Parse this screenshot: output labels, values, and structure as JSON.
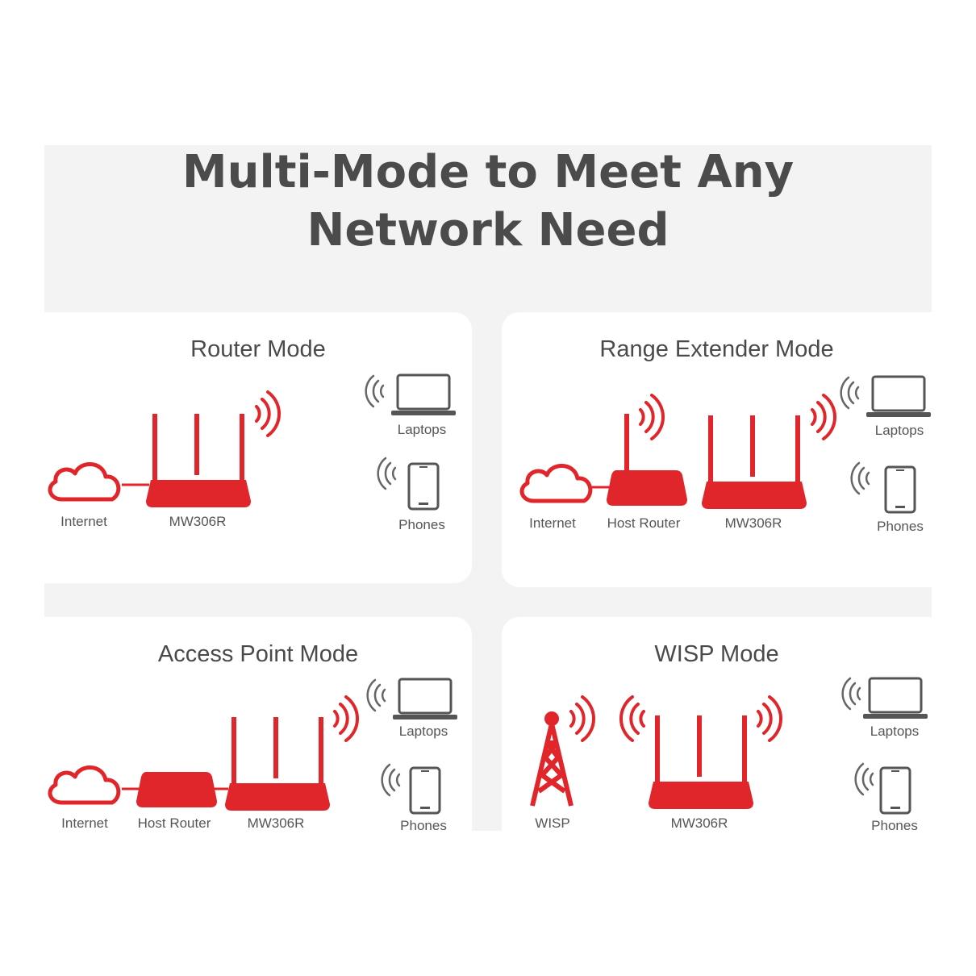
{
  "headline": {
    "line1": "Multi-Mode to Meet Any",
    "line2": "Network Need"
  },
  "colors": {
    "accent": "#e1262b",
    "panel_bg": "#f3f3f3",
    "card_bg": "#ffffff",
    "text": "#4b4b4b",
    "device_gray": "#555555"
  },
  "modes": {
    "router": {
      "title": "Router Mode",
      "labels": {
        "internet": "Internet",
        "model": "MW306R",
        "laptops": "Laptops",
        "phones": "Phones"
      }
    },
    "extender": {
      "title": "Range Extender Mode",
      "labels": {
        "internet": "Internet",
        "host": "Host Router",
        "model": "MW306R",
        "laptops": "Laptops",
        "phones": "Phones"
      }
    },
    "ap": {
      "title": "Access Point Mode",
      "labels": {
        "internet": "Internet",
        "host": "Host Router",
        "model": "MW306R",
        "laptops": "Laptops",
        "phones": "Phones"
      }
    },
    "wisp": {
      "title": "WISP Mode",
      "labels": {
        "wisp": "WISP",
        "model": "MW306R",
        "laptops": "Laptops",
        "phones": "Phones"
      }
    }
  },
  "icons": [
    "cloud-icon",
    "router-icon",
    "host-router-icon",
    "wisp-tower-icon",
    "wifi-waves-icon",
    "laptop-icon",
    "phone-icon"
  ]
}
